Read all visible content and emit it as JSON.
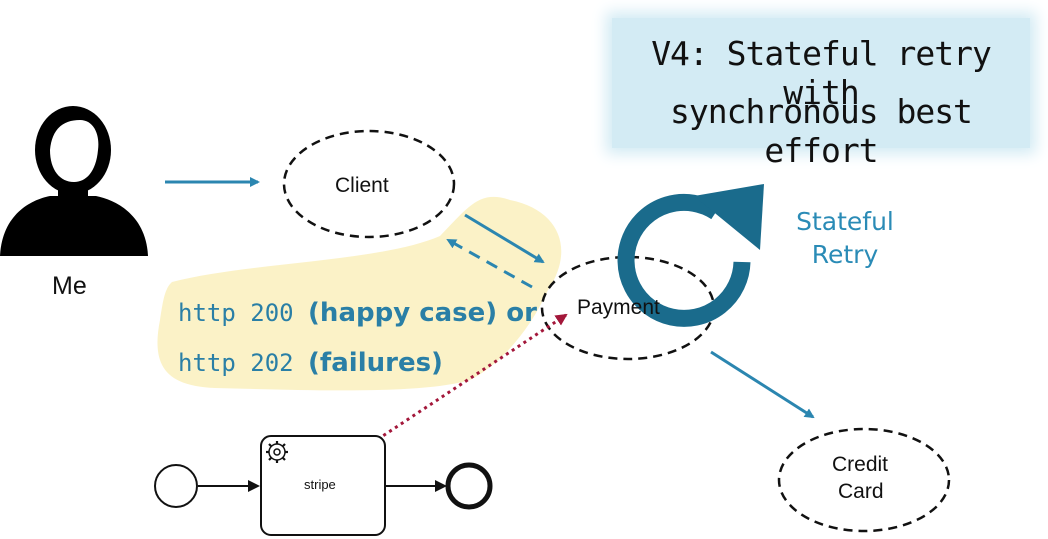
{
  "title": {
    "line1": "V4: Stateful retry with",
    "line2": "synchronous best effort"
  },
  "actors": {
    "me": "Me"
  },
  "nodes": {
    "client": "Client",
    "payment": "Payment",
    "credit_card_line1": "Credit",
    "credit_card_line2": "Card",
    "stripe_task": "stripe"
  },
  "retry": {
    "line1": "Stateful",
    "line2": "Retry"
  },
  "responses": {
    "line1_code": "http 200",
    "line1_text": "(happy case) or",
    "line2_code": "http 202",
    "line2_text": "(failures)"
  },
  "colors": {
    "arrow": "#2b86b0",
    "retry_icon": "#1a6b8c",
    "highlight": "#fbf1c4",
    "title_bg": "#d3ebf4",
    "dotted_link": "#a3173a"
  },
  "icons": [
    "person-icon",
    "refresh-icon",
    "gear-icon"
  ]
}
